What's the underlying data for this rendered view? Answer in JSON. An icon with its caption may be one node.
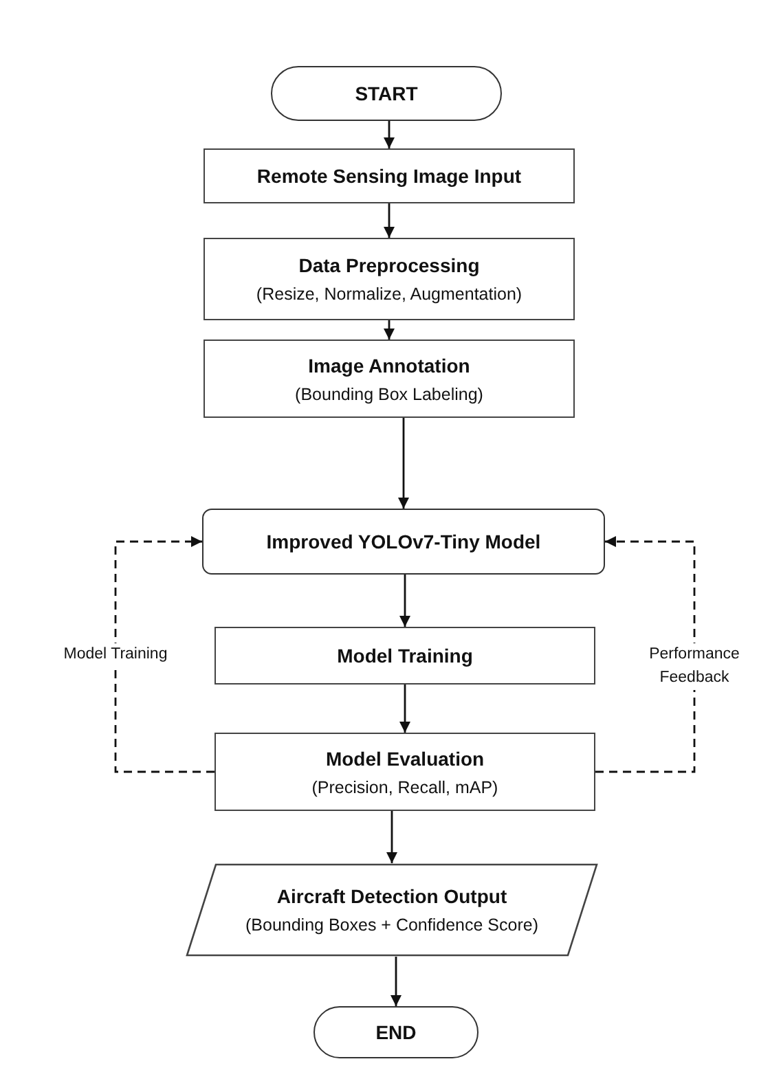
{
  "diagram": {
    "nodes": [
      {
        "text": [
          "START"
        ]
      },
      {
        "text": [
          "Remote Sensing Image Input"
        ]
      },
      {
        "text": [
          "Data Preprocessing",
          "(Resize, Normalize, Augmentation)"
        ]
      },
      {
        "text": [
          "Image Annotation",
          "(Bounding Box Labeling)"
        ]
      },
      {
        "text": [
          "Improved YOLOv7-Tiny Model"
        ]
      },
      {
        "text": [
          "Model Training"
        ]
      },
      {
        "text": [
          "Model Evaluation",
          "(Precision, Recall, mAP)"
        ]
      },
      {
        "text": [
          "Aircraft Detection Output",
          "(Bounding Boxes + Confidence Score)"
        ]
      },
      {
        "text": [
          "END"
        ]
      }
    ],
    "edges": [
      {
        "from": 0,
        "to": 1,
        "arrow": "to"
      },
      {
        "from": 1,
        "to": 2,
        "arrow": "to"
      },
      {
        "from": 2,
        "to": 3,
        "arrow": "to"
      },
      {
        "from": 3,
        "to": 4,
        "arrow": "to"
      },
      {
        "from": 4,
        "to": 5,
        "arrow": "to"
      },
      {
        "from": 5,
        "to": 6,
        "arrow": "to"
      },
      {
        "from": 6,
        "to": 7,
        "arrow": "to"
      },
      {
        "from": 7,
        "to": 8,
        "arrow": "to"
      },
      {
        "from": 6,
        "to": 4,
        "arrow": "to",
        "label": "Model Training",
        "style": "dashed"
      },
      {
        "from": 6,
        "to": 4,
        "arrow": "to",
        "label": "Performance Feedback",
        "style": "dashed"
      }
    ]
  }
}
